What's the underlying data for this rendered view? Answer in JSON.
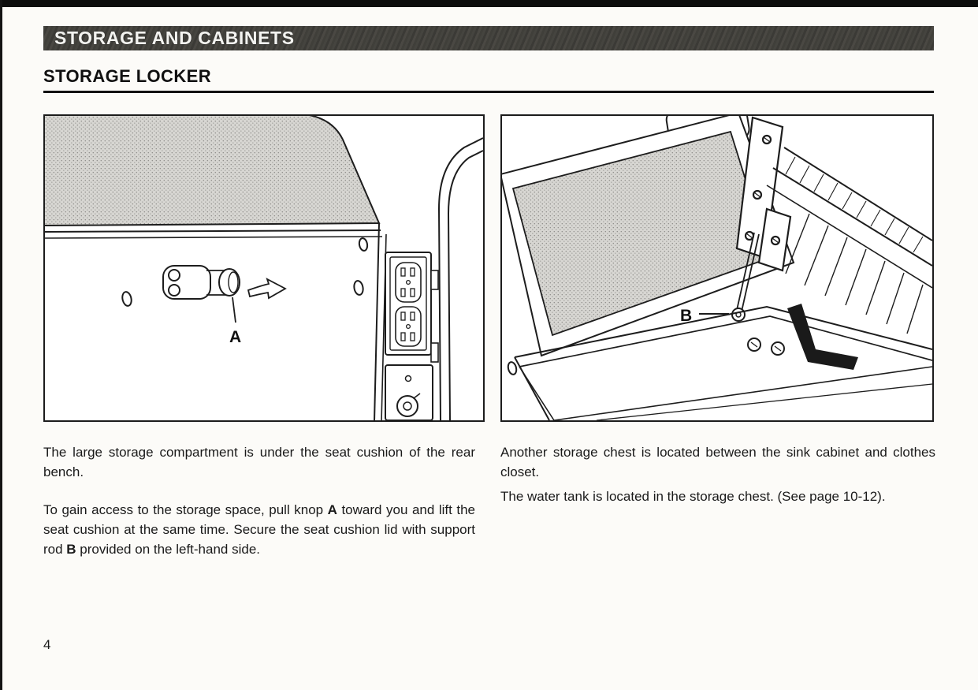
{
  "header": {
    "section_title": "STORAGE AND CABINETS",
    "subsection_title": "STORAGE LOCKER"
  },
  "figures": {
    "left": {
      "label_a": "A"
    },
    "right": {
      "label_b": "B"
    }
  },
  "content": {
    "left_column": {
      "para1": "The large storage compartment is under the seat cushion of the rear bench.",
      "para2": {
        "part1": "To gain access to the storage space, pull knop ",
        "bold1": "A",
        "part2": " toward you and lift the seat cushion at the same time. Secure the seat cushion lid with support rod ",
        "bold2": "B",
        "part3": " provided on the left-hand side."
      }
    },
    "right_column": {
      "para1": "Another storage chest is located between the sink cabinet and clothes closet.",
      "para2": "The water tank is located in the storage chest. (See page 10-12)."
    }
  },
  "footer": {
    "page_number": "4"
  }
}
